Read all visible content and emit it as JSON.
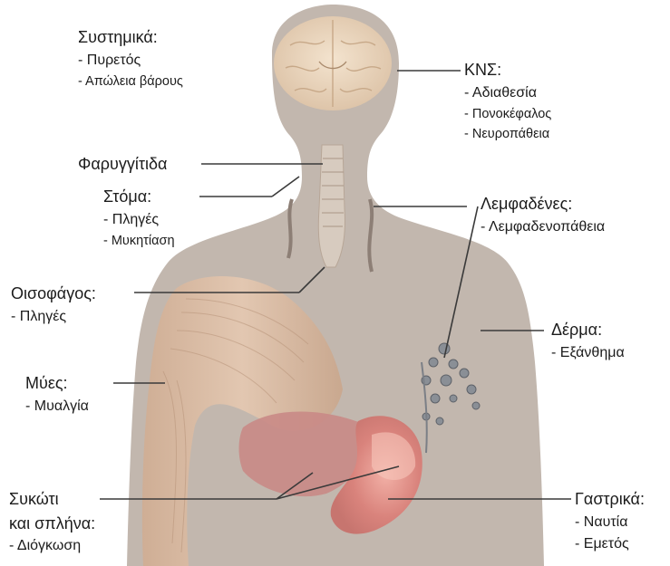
{
  "labels": {
    "systemic": {
      "heading": "Συστημικά:",
      "items": [
        "- Πυρετός",
        "- Απώλεια βάρους"
      ]
    },
    "cns": {
      "heading": "ΚΝΣ:",
      "items": [
        "- Αδιαθεσία",
        "- Πονοκέφαλος",
        "- Νευροπάθεια"
      ]
    },
    "pharyngitis": {
      "heading": "Φαρυγγίτιδα"
    },
    "mouth": {
      "heading": "Στόμα:",
      "items": [
        "- Πληγές",
        "- Μυκητίαση"
      ]
    },
    "lymph_nodes": {
      "heading": "Λεμφαδένες:",
      "items": [
        "- Λεμφαδενοπάθεια"
      ]
    },
    "esophagus": {
      "heading": "Οισοφάγος:",
      "items": [
        "- Πληγές"
      ]
    },
    "skin": {
      "heading": "Δέρμα:",
      "items": [
        "- Εξάνθημα"
      ]
    },
    "muscles": {
      "heading": "Μύες:",
      "items": [
        "- Μυαλγία"
      ]
    },
    "liver_spleen": {
      "heading_lines": [
        "Συκώτι",
        "και σπλήνα:"
      ],
      "items": [
        "- Διόγκωση"
      ]
    },
    "gastric": {
      "heading": "Γαστρικά:",
      "items": [
        "- Ναυτία",
        "- Εμετός"
      ]
    }
  },
  "colors": {
    "body_silhouette": "#c2b7ae",
    "muscle": "#d9bda6",
    "brain": "#ecd9c2",
    "liver": "#c98a86",
    "stomach": "#d9a08d",
    "leader_line": "#3a3a3a"
  }
}
